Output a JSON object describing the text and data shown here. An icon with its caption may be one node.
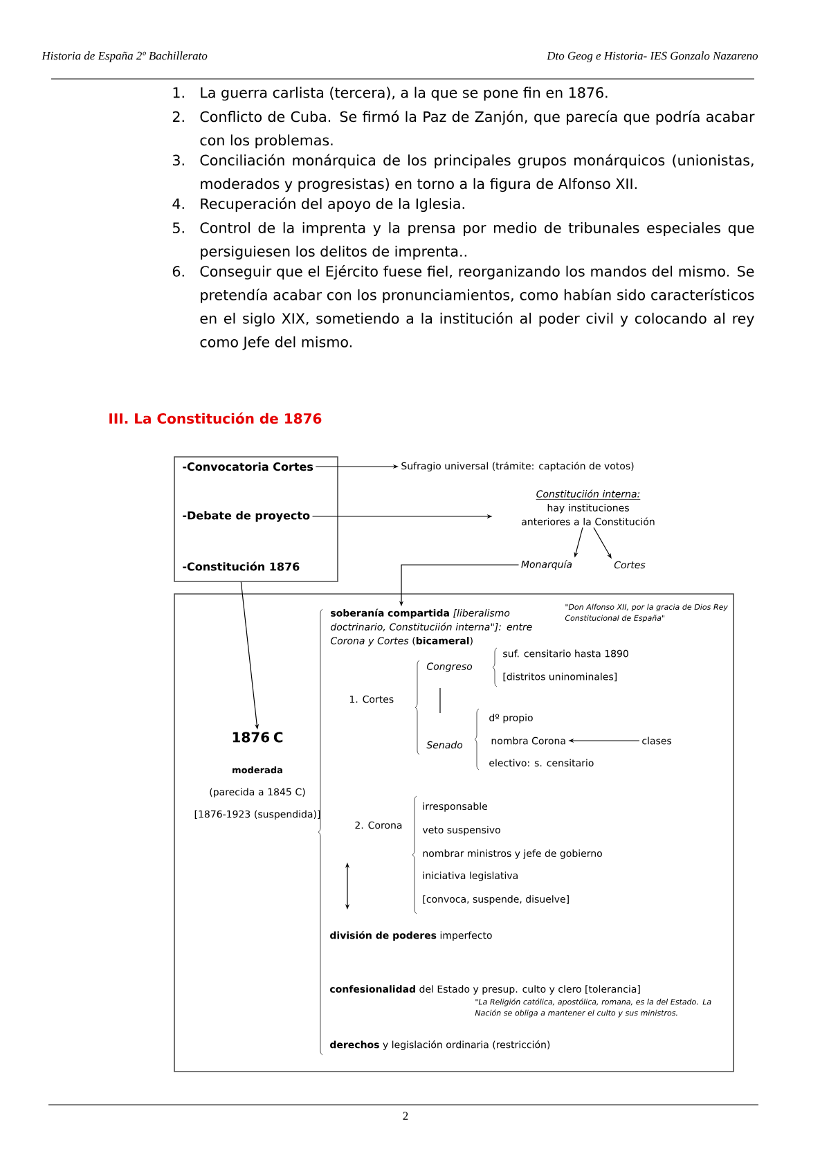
{
  "diagram": {
    "title": "III. La Constitución de 1876",
    "nodes": [
      {
        "text": [],
        "shape": "box"
      },
      {
        "text": [
          "-Convocatoria Cortes"
        ],
        "in": 0
      },
      {
        "text": [
          "-Debate de proyecto"
        ],
        "in": 0
      },
      {
        "text": [
          "-Constitución 1876"
        ],
        "in": 0
      },
      {
        "text": [
          "Sufragio universal (trámite: captación de votos)"
        ]
      },
      {
        "text": [
          "Constituciión interna:",
          "hay instituciones anteriores a la Constitución"
        ]
      },
      {
        "text": [
          "Monarquía"
        ]
      },
      {
        "text": [
          "Cortes"
        ]
      },
      {
        "text": [],
        "shape": "box"
      },
      {
        "text": [
          "1876 C",
          "moderada",
          "(parecida a 1845 C)",
          "[1876-1923 (suspendida)]"
        ],
        "in": 8
      },
      {
        "text": [
          "**soberanía compartida** *[liberalismo doctrinario, Constituciión interna\"]: entre Corona y Cortes* (**bicameral**)"
        ],
        "in": 8
      },
      {
        "text": [
          "nombra Corona"
        ],
        "in": 8
      },
      {
        "text": [
          "clases"
        ],
        "in": 8
      }
    ],
    "edges": [
      {
        "from": 1,
        "to": 4,
        "arrow": "to"
      },
      {
        "from": 2,
        "to": 5,
        "arrow": "to"
      },
      {
        "from": 5,
        "to": 6,
        "arrow": "to"
      },
      {
        "from": 5,
        "to": 7,
        "arrow": "to"
      },
      {
        "from": 6,
        "to": 10,
        "arrow": "to"
      },
      {
        "from": 3,
        "to": 9,
        "arrow": "to"
      },
      {
        "from": 12,
        "to": 11,
        "arrow": "to"
      }
    ],
    "labels": [
      "Historia de España 2º Bachillerato",
      "Dto Geog e Historia- IES Gonzalo Nazareno",
      "1.",
      "La guerra carlista (tercera), a la que se pone fin en 1876.",
      "2.",
      "Conflicto de Cuba. Se firmó la Paz de Zanjón, que parecía que podría acabar con los problemas.",
      "3.",
      "Conciliación monárquica de los principales grupos monárquicos (unionistas, moderados y progresistas) en torno a la figura de Alfonso XII.",
      "4.",
      "Recuperación del apoyo de la Iglesia.",
      "5.",
      "Control de la imprenta y la prensa por medio de tribunales especiales que persiguiesen los delitos de imprenta..",
      "6.",
      "Conseguir que el Ejército fuese fiel, reorganizando los mandos del mismo. Se pretendía acabar con los pronunciamientos, como habían sido característicos en el siglo XIX, sometiendo a la institución al poder civil y colocando al rey como Jefe del mismo.",
      "\"Don Alfonso XII, por la gracia de Dios Rey Constitucional de España\"",
      "Congreso",
      "suf. censitario hasta 1890",
      "[distritos uninominales]",
      "1. Cortes",
      "dº propio",
      "Senado",
      "electivo: s. censitario",
      "irresponsable",
      "2. Corona",
      "veto suspensivo",
      "nombrar ministros y jefe de gobierno",
      "iniciativa legislativa",
      "[convoca, suspende, disuelve]",
      "**división de poderes** imperfecto",
      "**confesionalidad** del Estado  y presup. culto y clero [tolerancia]",
      "\"La Religión católica, apostólica, romana, es la del Estado. La Nación se obliga a mantener el culto y sus ministros.",
      "**derechos** y legislación ordinaria (restricción)",
      "2"
    ]
  }
}
